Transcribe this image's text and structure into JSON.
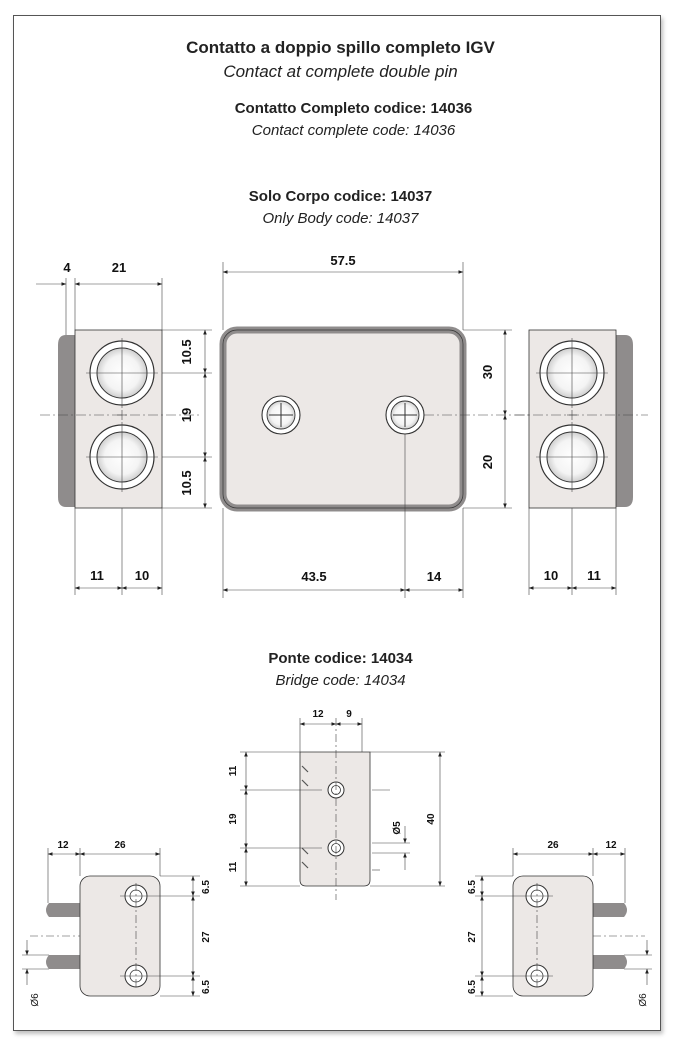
{
  "headings": {
    "main_title": "Contatto a doppio spillo completo  IGV",
    "main_subtitle": "Contact at complete double pin",
    "contact_title": "Contatto Completo codice: 14036",
    "contact_subtitle": "Contact complete code: 14036",
    "body_title": "Solo  Corpo codice: 14037",
    "body_subtitle": "Only Body code: 14037",
    "bridge_title": "Ponte codice: 14034",
    "bridge_subtitle": "Bridge code: 14034"
  },
  "dimensions": {
    "top_left": {
      "d4": "4",
      "d21": "21",
      "d105a": "10.5",
      "d19": "19",
      "d105b": "10.5",
      "d11": "11",
      "d10": "10"
    },
    "top_center": {
      "d575": "57.5",
      "d30": "30",
      "d20": "20",
      "d435": "43.5",
      "d14": "14"
    },
    "top_right": {
      "d10": "10",
      "d11": "11"
    },
    "bridge_center": {
      "d12": "12",
      "d9": "9",
      "d11a": "11",
      "d19": "19",
      "d11b": "11",
      "d5": "Ø5",
      "d40": "40"
    },
    "bridge_left": {
      "d12": "12",
      "d26": "26",
      "d65a": "6.5",
      "d27": "27",
      "d65b": "6.5",
      "d6": "Ø6"
    },
    "bridge_right": {
      "d26": "26",
      "d12": "12",
      "d65a": "6.5",
      "d27": "27",
      "d65b": "6.5",
      "d6": "Ø6"
    }
  },
  "colors": {
    "body_fill": "#ece8e6",
    "side_fill": "#8f8c8c",
    "line": "#222222"
  }
}
